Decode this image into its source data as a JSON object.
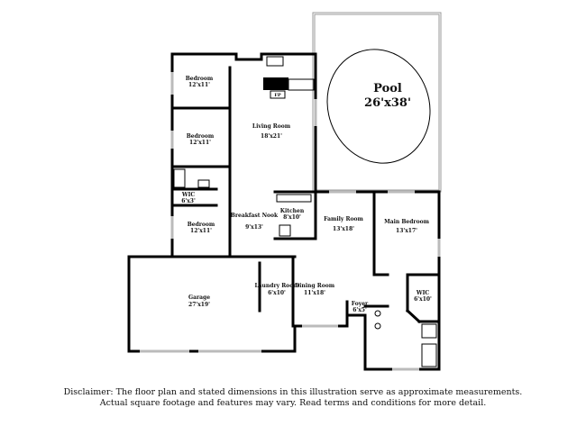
{
  "pool": {
    "name": "Pool",
    "size": "26'x38'"
  },
  "rooms": [
    {
      "name": "Bedroom",
      "size": "12'x11'"
    },
    {
      "name": "Bedroom",
      "size": "12'x11'"
    },
    {
      "name": "WIC",
      "size": "6'x3'"
    },
    {
      "name": "Bedroom",
      "size": "12'x11'"
    },
    {
      "name": "Living Room",
      "size": "18'x21'"
    },
    {
      "name": "Breakfast Nook",
      "size": "9'x13'"
    },
    {
      "name": "Kitchen",
      "size": "8'x10'"
    },
    {
      "name": "Family Room",
      "size": "13'x18'"
    },
    {
      "name": "Main Bedroom",
      "size": "13'x17'"
    },
    {
      "name": "Garage",
      "size": "27'x19'"
    },
    {
      "name": "Laundry Room",
      "size": "6'x10'"
    },
    {
      "name": "Dining Room",
      "size": "11'x18'"
    },
    {
      "name": "Foyer",
      "size": "6'x5'"
    },
    {
      "name": "WIC",
      "size": "6'x10'"
    }
  ],
  "fireplace": "FP",
  "disclaimer": {
    "line1": "Disclaimer: The floor plan and stated dimensions in this illustration serve as approximate measurements.",
    "line2": "Actual square footage and features may vary. Read terms and conditions for more detail."
  }
}
